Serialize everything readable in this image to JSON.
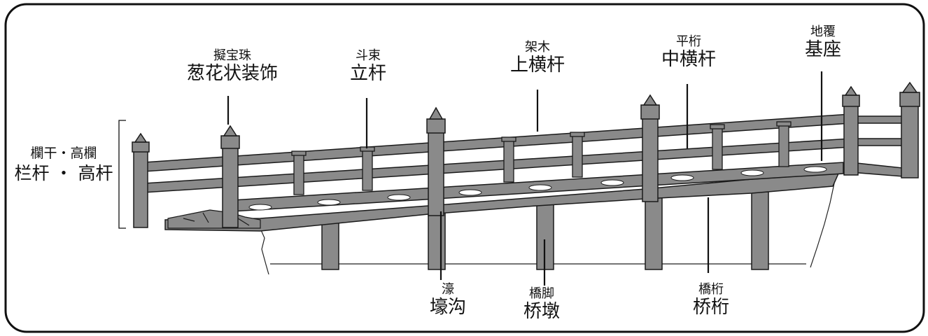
{
  "labels": {
    "giboshi": {
      "jp": "擬宝珠",
      "cn": "葱花状装饰"
    },
    "tsuka": {
      "jp": "斗束",
      "cn": "立杆"
    },
    "hoko": {
      "jp": "架木",
      "cn": "上横杆"
    },
    "hirageta": {
      "jp": "平桁",
      "cn": "中横杆"
    },
    "jifuku": {
      "jp": "地覆",
      "cn": "基座"
    },
    "rankan": {
      "jp": "欄干・高欄",
      "cn": "栏杆 ・ 高杆"
    },
    "hori": {
      "jp": "濠",
      "cn": "壕沟"
    },
    "hashikyaku": {
      "jp": "橋脚",
      "cn": "桥墩"
    },
    "hashigeta": {
      "jp": "橋桁",
      "cn": "桥桁"
    }
  },
  "colors": {
    "bridge_fill": "#8a8a8a",
    "outline": "#1a1a1a",
    "frame": "#111111",
    "background": "#ffffff"
  }
}
